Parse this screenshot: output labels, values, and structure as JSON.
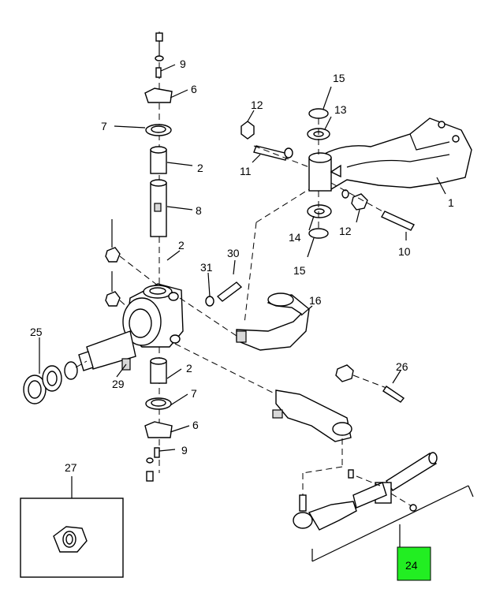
{
  "diagram": {
    "callouts": [
      {
        "id": "c1",
        "text": "1"
      },
      {
        "id": "c2a",
        "text": "2"
      },
      {
        "id": "c2b",
        "text": "2"
      },
      {
        "id": "c2c",
        "text": "2"
      },
      {
        "id": "c6a",
        "text": "6"
      },
      {
        "id": "c6b",
        "text": "6"
      },
      {
        "id": "c7a",
        "text": "7"
      },
      {
        "id": "c7b",
        "text": "7"
      },
      {
        "id": "c8",
        "text": "8"
      },
      {
        "id": "c9a",
        "text": "9"
      },
      {
        "id": "c9b",
        "text": "9"
      },
      {
        "id": "c10",
        "text": "10"
      },
      {
        "id": "c11",
        "text": "11"
      },
      {
        "id": "c12a",
        "text": "12"
      },
      {
        "id": "c12b",
        "text": "12"
      },
      {
        "id": "c13",
        "text": "13"
      },
      {
        "id": "c14",
        "text": "14"
      },
      {
        "id": "c15a",
        "text": "15"
      },
      {
        "id": "c15b",
        "text": "15"
      },
      {
        "id": "c16",
        "text": "16"
      },
      {
        "id": "c24",
        "text": "24"
      },
      {
        "id": "c25",
        "text": "25"
      },
      {
        "id": "c26",
        "text": "26"
      },
      {
        "id": "c27",
        "text": "27"
      },
      {
        "id": "c29",
        "text": "29"
      },
      {
        "id": "c30",
        "text": "30"
      },
      {
        "id": "c31",
        "text": "31"
      }
    ],
    "highlight_color": "#22ee22"
  }
}
